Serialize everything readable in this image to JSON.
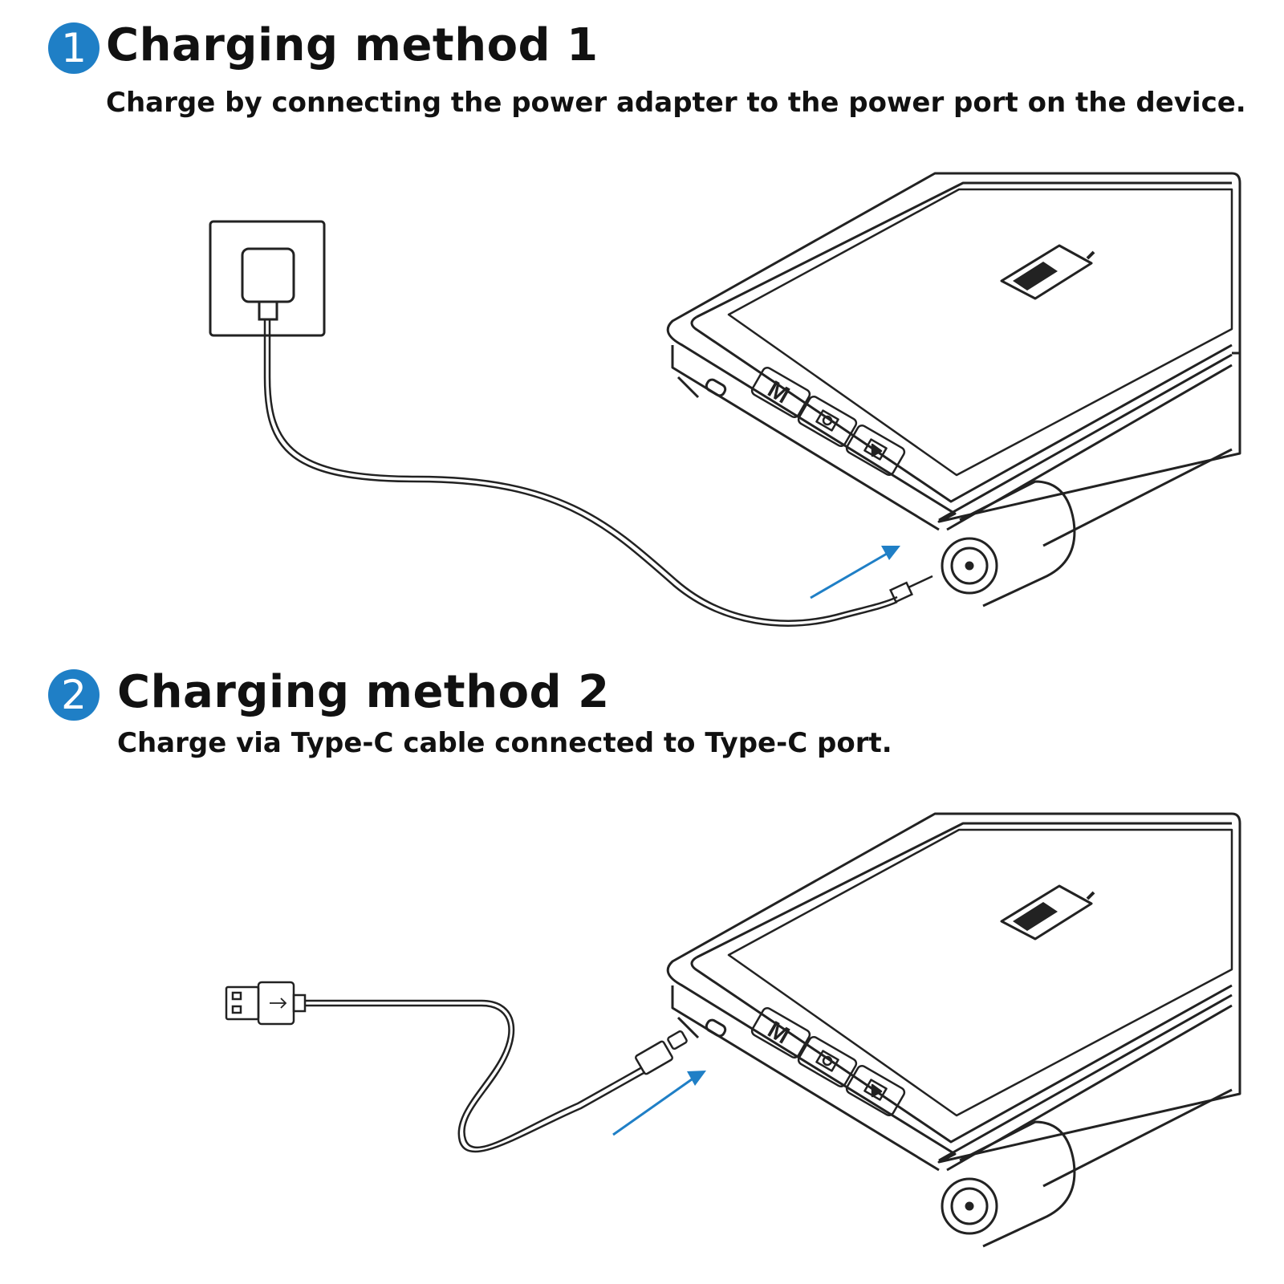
{
  "method1": {
    "number": "1",
    "title": "Charging method 1",
    "subtitle": "Charge by connecting the power adapter to the power port on the device."
  },
  "method2": {
    "number": "2",
    "title": "Charging method 2",
    "subtitle": "Charge via Type-C cable connected to Type-C port."
  },
  "colors": {
    "accent": "#1f7fc6",
    "line": "#222222"
  },
  "icons": {
    "m1_plug": "wall-adapter-icon",
    "m2_plug": "usb-a-plug-icon",
    "device": "magnifier-device-illustration",
    "battery": "battery-icon",
    "arrow": "insert-arrow-icon"
  },
  "device_buttons": [
    "M",
    "camera-icon",
    "play-icon"
  ]
}
